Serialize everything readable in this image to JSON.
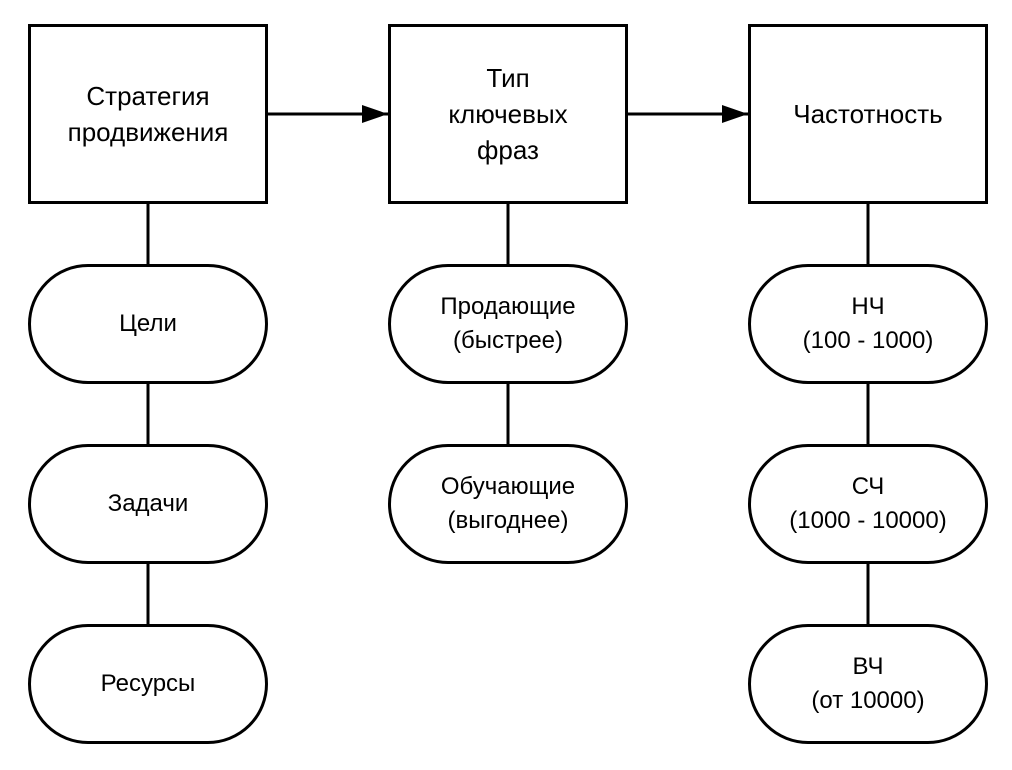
{
  "diagram": {
    "main": {
      "strategy": "Стратегия\nпродвижения",
      "keyword_type": "Тип\nключевых\nфраз",
      "frequency": "Частотность"
    },
    "strategy_children": {
      "goals": "Цели",
      "tasks": "Задачи",
      "resources": "Ресурсы"
    },
    "keyword_type_children": {
      "selling": "Продающие\n(быстрее)",
      "educational": "Обучающие\n(выгоднее)"
    },
    "frequency_children": {
      "low": "НЧ\n(100 - 1000)",
      "mid": "СЧ\n(1000 - 10000)",
      "high": "ВЧ\n(от 10000)"
    },
    "colors": {
      "stroke": "#000000",
      "fill": "#ffffff"
    }
  }
}
